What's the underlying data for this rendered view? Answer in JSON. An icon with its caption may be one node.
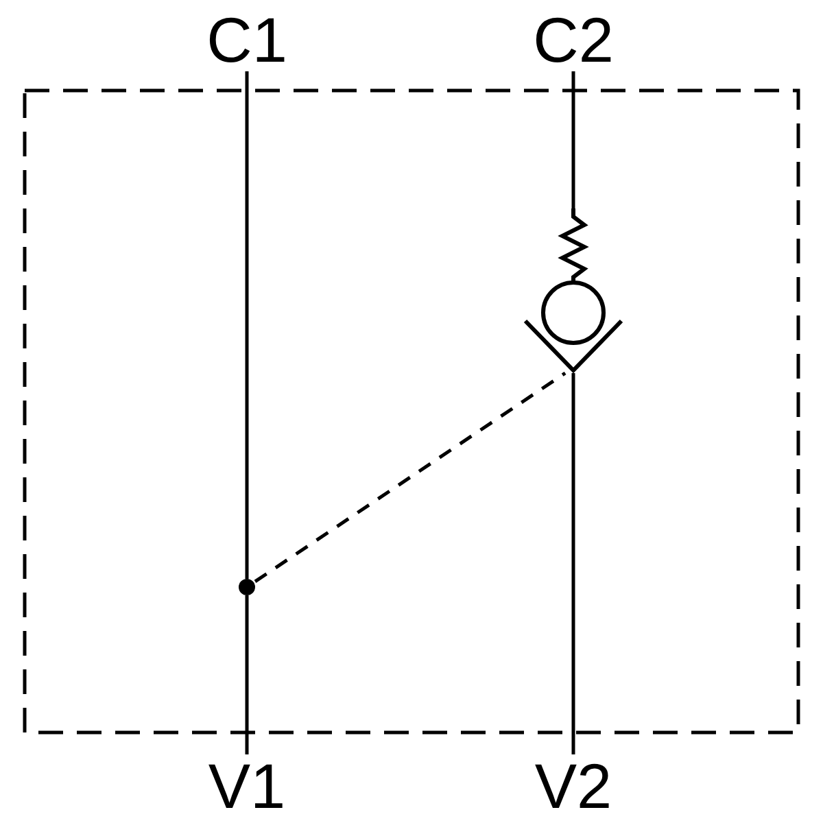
{
  "diagram": {
    "nodes": [
      {
        "text": [
          "C1"
        ]
      },
      {
        "text": [
          "C2"
        ]
      },
      {
        "text": [
          "V1"
        ]
      },
      {
        "text": [
          "V2"
        ]
      },
      {
        "text": [],
        "shape": "picture"
      },
      {
        "text": [],
        "shape": "circle"
      }
    ],
    "edges": [
      {
        "from": 0,
        "to": 5,
        "arrow": "none"
      },
      {
        "from": 5,
        "to": 2,
        "arrow": "none"
      },
      {
        "from": 1,
        "to": 4,
        "arrow": "none"
      },
      {
        "from": 4,
        "to": 3,
        "arrow": "none"
      },
      {
        "from": 5,
        "to": 4,
        "arrow": "none",
        "style": "dashed"
      }
    ]
  }
}
